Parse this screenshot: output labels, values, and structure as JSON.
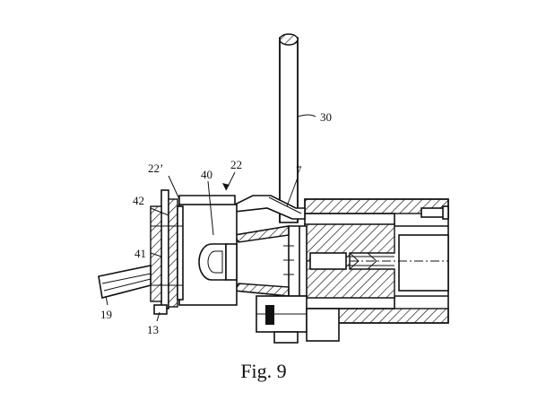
{
  "figure": {
    "caption": "Fig. 9",
    "labels": {
      "l30": "30",
      "l22": "22",
      "l22p": "22’",
      "l7": "7",
      "l40": "40",
      "l42": "42",
      "l41": "41",
      "l19": "19",
      "l13": "13"
    }
  }
}
